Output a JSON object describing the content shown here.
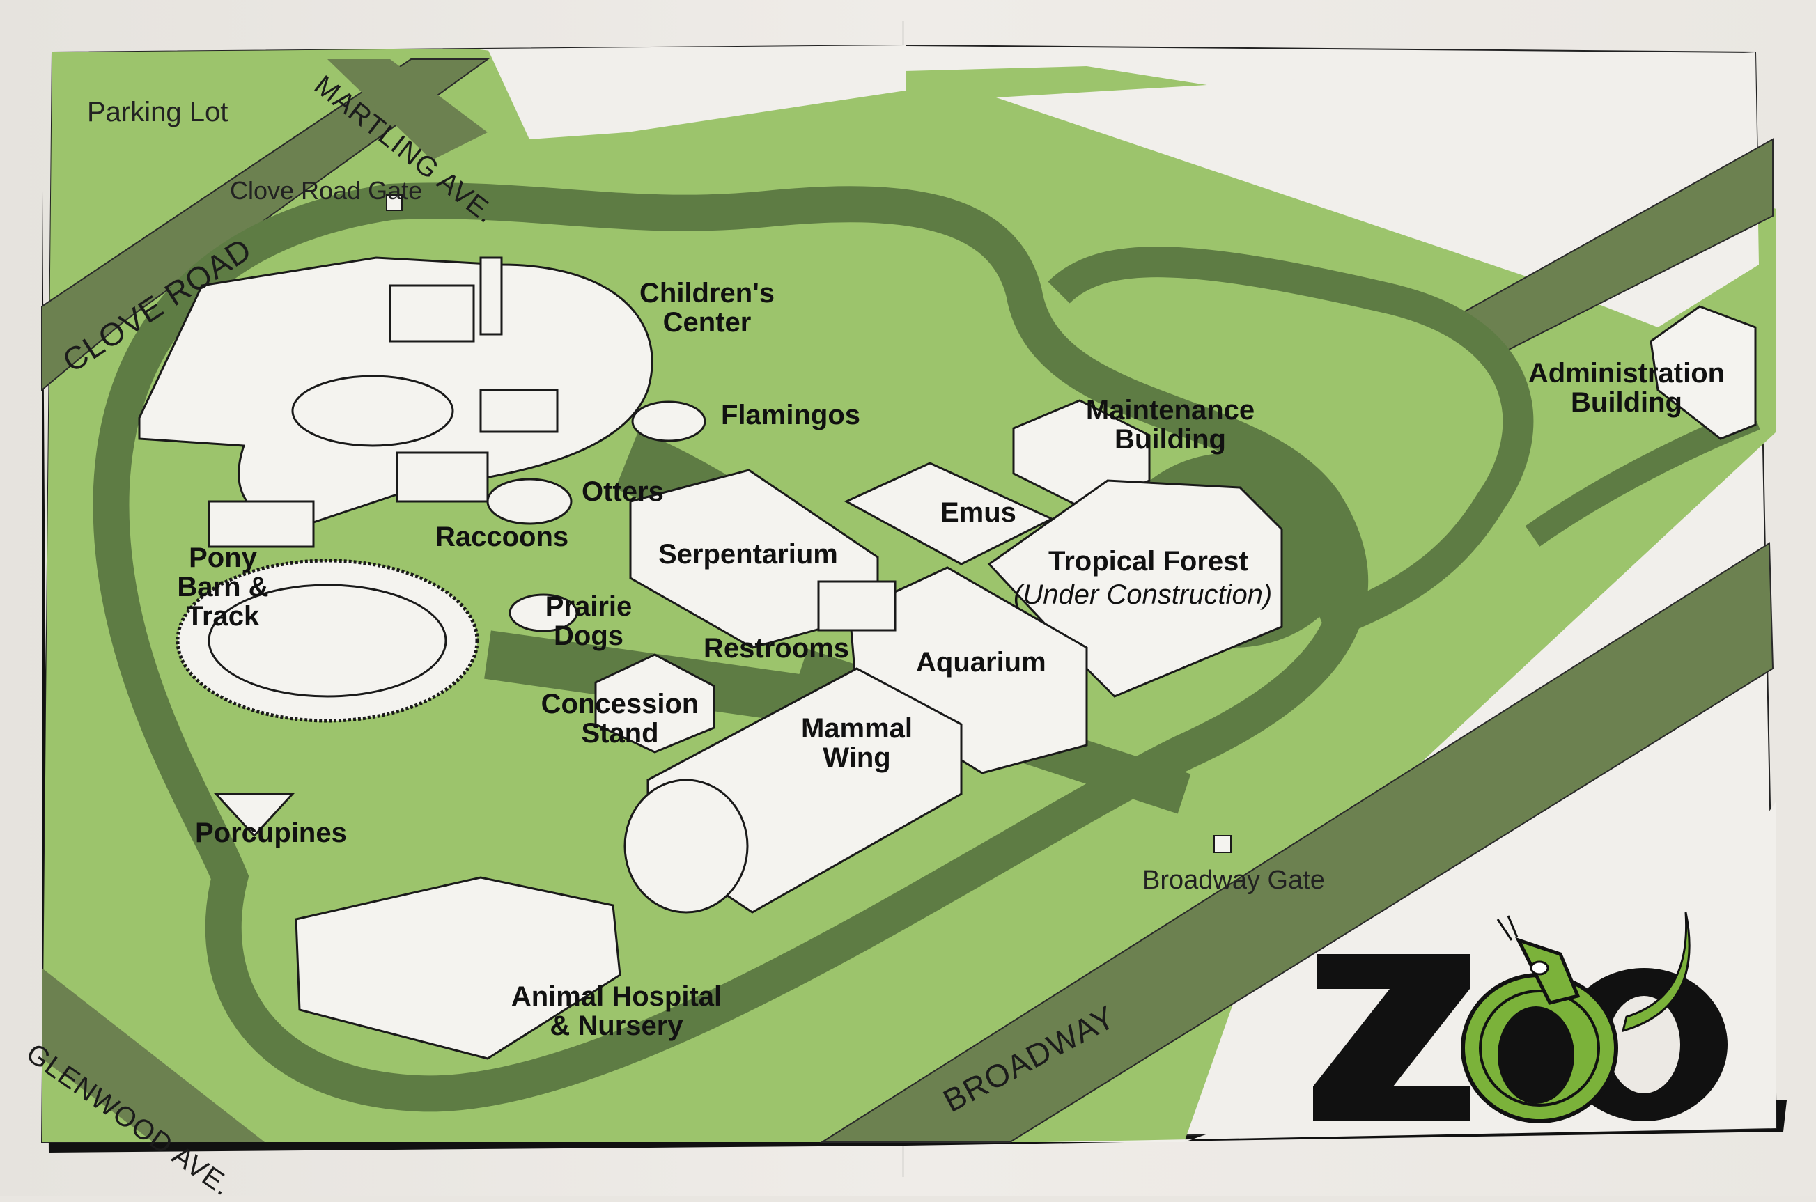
{
  "map": {
    "title": "ZOO",
    "colors": {
      "grass": "#9cc46c",
      "path": "#5e7c44",
      "road": "#6c8150",
      "building": "#f4f3ef",
      "outline": "#1a1a1a",
      "logo_green": "#7bb23a",
      "logo_black": "#111111",
      "paper": "#ece9e4"
    },
    "roads": {
      "clove_road": "CLOVE ROAD",
      "martling_ave": "MARTLING AVE.",
      "broadway": "BROADWAY",
      "glenwood_ave": "GLENWOOD AVE."
    },
    "gates": {
      "clove_road_gate": "Clove Road Gate",
      "broadway_gate": "Broadway Gate"
    },
    "areas": {
      "parking_lot": "Parking Lot",
      "childrens_center": "Children's Center",
      "flamingos": "Flamingos",
      "otters": "Otters",
      "raccoons": "Raccoons",
      "pony_barn": "Pony Barn & Track",
      "prairie_dogs": "Prairie Dogs",
      "serpentarium": "Serpentarium",
      "restrooms": "Restrooms",
      "concession_stand": "Concession Stand",
      "mammal_wing": "Mammal Wing",
      "aquarium": "Aquarium",
      "emus": "Emus",
      "maintenance_building": "Maintenance Building",
      "tropical_forest": "Tropical Forest",
      "tropical_forest_note": "(Under Construction)",
      "administration_building": "Administration Building",
      "porcupines": "Porcupines",
      "animal_hospital": "Animal Hospital & Nursery"
    },
    "logo": {
      "text": "ZOO",
      "icon": "snake-icon"
    }
  }
}
